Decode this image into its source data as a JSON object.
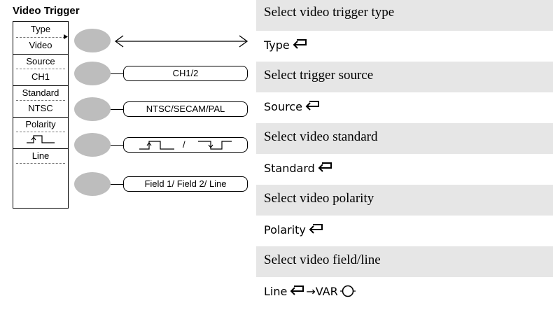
{
  "diagram": {
    "title": "Video Trigger",
    "menu": [
      {
        "top": "Type",
        "bottom": "Video"
      },
      {
        "top": "Source",
        "bottom": "CH1"
      },
      {
        "top": "Standard",
        "bottom": "NTSC"
      },
      {
        "top": "Polarity",
        "bottom": ""
      },
      {
        "top": "Line",
        "bottom": ""
      }
    ],
    "options": {
      "source": "CH1/2",
      "standard": "NTSC/SECAM/PAL",
      "polarity_separator": "/",
      "line": "Field 1/ Field 2/ Line"
    }
  },
  "steps": [
    {
      "description": "Select video trigger type",
      "key": "Type"
    },
    {
      "description": "Select trigger source",
      "key": "Source"
    },
    {
      "description": "Select video standard",
      "key": "Standard"
    },
    {
      "description": "Select video polarity",
      "key": "Polarity"
    },
    {
      "description": "Select video field/line",
      "key": "Line",
      "arrow": "→",
      "knob_label": "VAR"
    }
  ],
  "colors": {
    "shade": "#e6e6e6",
    "knob": "#bdbdbd"
  }
}
